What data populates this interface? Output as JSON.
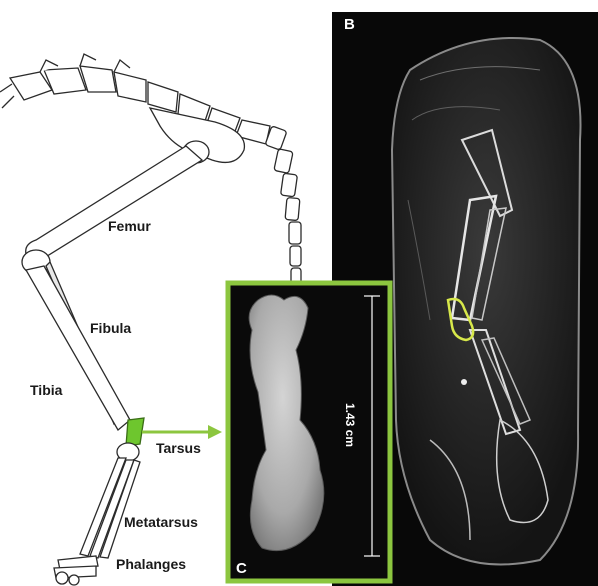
{
  "panel_a": {
    "labels": {
      "femur": "Femur",
      "fibula": "Fibula",
      "tibia": "Tibia",
      "tarsus": "Tarsus",
      "metatarsus": "Metatarsus",
      "phalanges": "Phalanges"
    }
  },
  "panel_b": {
    "letter": "B"
  },
  "panel_c": {
    "letter": "C",
    "scale_label": "1.43 cm"
  },
  "colors": {
    "highlight_green": "#6ec62e",
    "inset_border": "#8cc63f",
    "arrow": "#8cc63f",
    "ct_outline": "#d7e84a",
    "ct_background": "#080808",
    "inset_background": "#0a0a0a",
    "bone_sketch": "#2b2b2b"
  }
}
